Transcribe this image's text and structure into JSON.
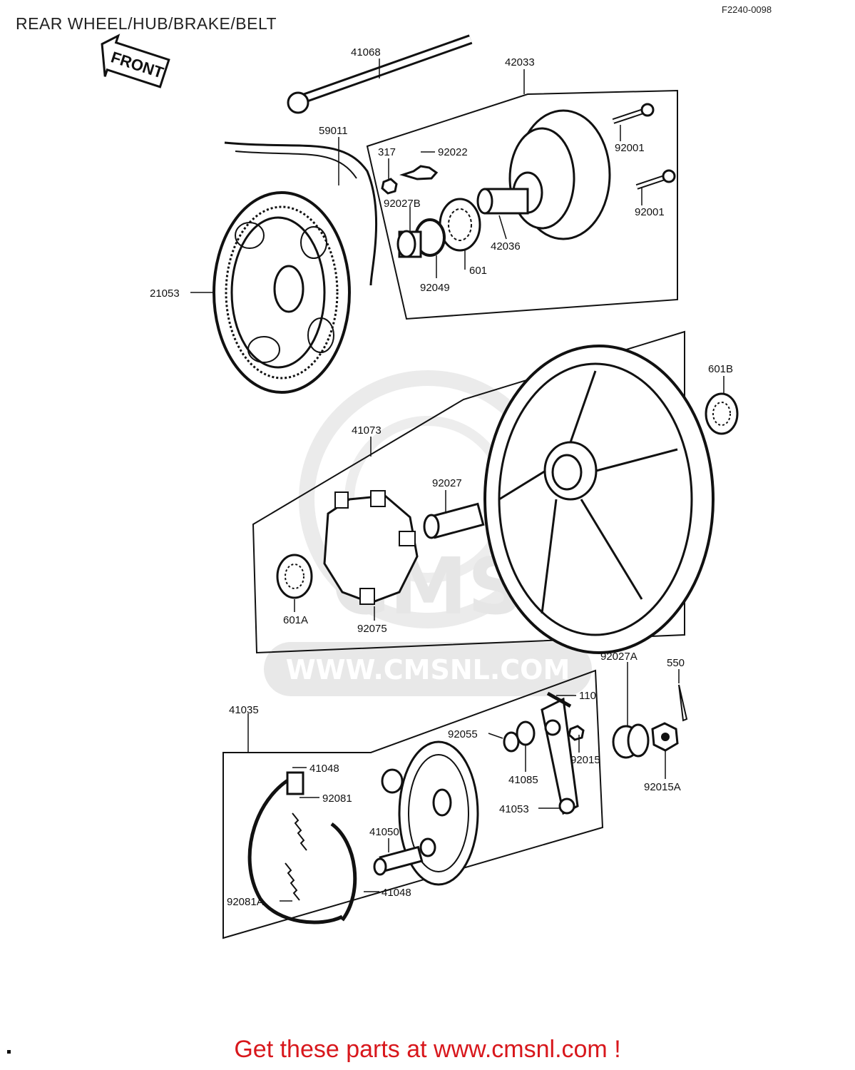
{
  "header": {
    "title": "REAR WHEEL/HUB/BRAKE/BELT",
    "diagram_code": "F2240-0098"
  },
  "front_arrow_label": "FRONT",
  "watermark": {
    "logo_text": "CMS",
    "url_text": "WWW.CMSNL.COM"
  },
  "parts": [
    {
      "id": "41068",
      "label": "41068"
    },
    {
      "id": "42033",
      "label": "42033"
    },
    {
      "id": "59011",
      "label": "59011"
    },
    {
      "id": "317",
      "label": "317"
    },
    {
      "id": "92022",
      "label": "92022"
    },
    {
      "id": "92001a",
      "label": "92001"
    },
    {
      "id": "92027b",
      "label": "92027B"
    },
    {
      "id": "92001b",
      "label": "92001"
    },
    {
      "id": "42036",
      "label": "42036"
    },
    {
      "id": "601",
      "label": "601"
    },
    {
      "id": "92049",
      "label": "92049"
    },
    {
      "id": "21053",
      "label": "21053"
    },
    {
      "id": "601b",
      "label": "601B"
    },
    {
      "id": "41073",
      "label": "41073"
    },
    {
      "id": "92027",
      "label": "92027"
    },
    {
      "id": "601a",
      "label": "601A"
    },
    {
      "id": "92075",
      "label": "92075"
    },
    {
      "id": "92027a",
      "label": "92027A"
    },
    {
      "id": "550",
      "label": "550"
    },
    {
      "id": "110",
      "label": "110"
    },
    {
      "id": "41035",
      "label": "41035"
    },
    {
      "id": "92055",
      "label": "92055"
    },
    {
      "id": "92015",
      "label": "92015"
    },
    {
      "id": "41048a",
      "label": "41048"
    },
    {
      "id": "41085",
      "label": "41085"
    },
    {
      "id": "92015a",
      "label": "92015A"
    },
    {
      "id": "92081",
      "label": "92081"
    },
    {
      "id": "41053",
      "label": "41053"
    },
    {
      "id": "41050",
      "label": "41050"
    },
    {
      "id": "41048b",
      "label": "41048"
    },
    {
      "id": "92081a",
      "label": "92081A"
    }
  ],
  "footer": {
    "text": "Get these parts at www.cmsnl.com !"
  }
}
